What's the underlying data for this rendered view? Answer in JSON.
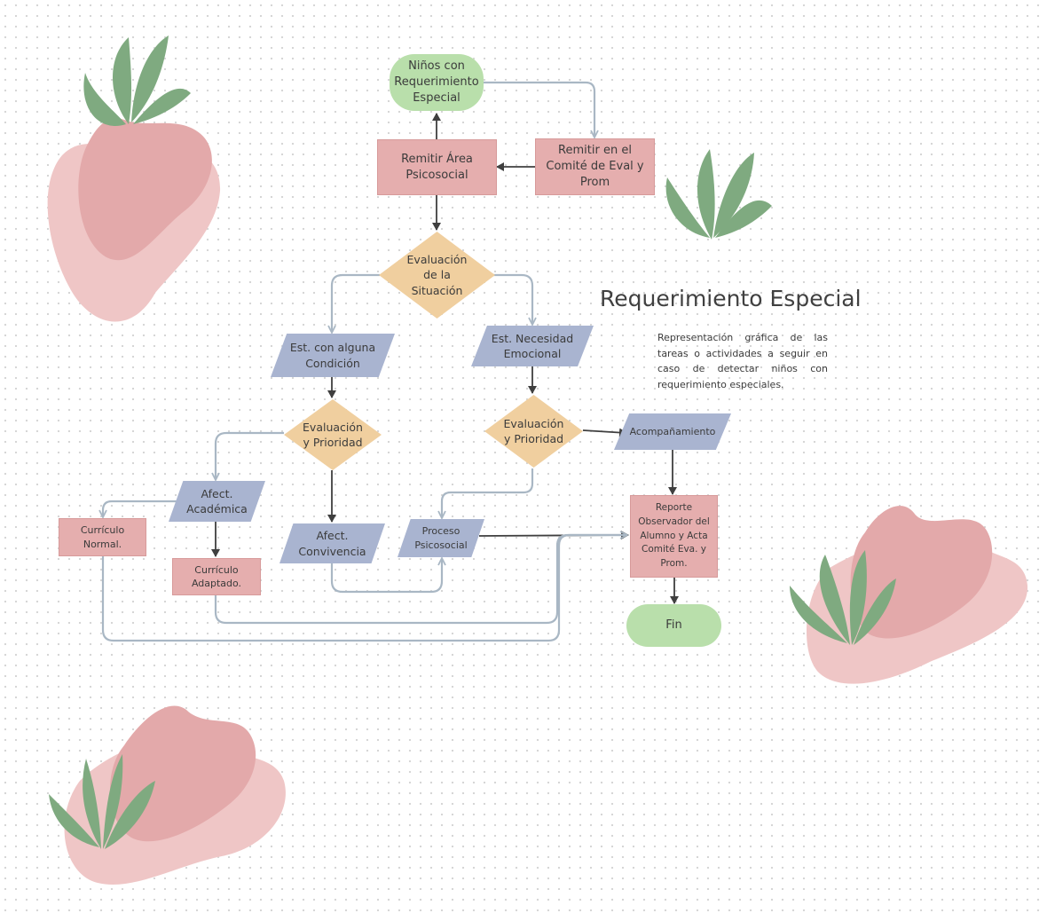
{
  "title": "Requerimiento Especial",
  "description": "Representación gráfica de las tareas o actividades a seguir en caso de  detectar niños con requerimiento especiales.",
  "nodes": {
    "start": "Niños con\nRequerimiento\nEspecial",
    "remitir_area": "Remitir Área\nPsicosocial",
    "remitir_comite": "Remitir en el\nComité de Eval y\nProm",
    "eval_situacion": "Evaluación\nde la\nSituación",
    "est_condicion": "Est. con alguna\nCondición",
    "est_emocional": "Est. Necesidad\nEmocional",
    "eval_prioridad_1": "Evaluación\ny Prioridad",
    "eval_prioridad_2": "Evaluación\ny Prioridad",
    "acompanamiento": "Acompañamiento",
    "afect_academica": "Afect.\nAcadémica",
    "curriculo_normal": "Currículo\nNormal.",
    "curriculo_adaptado": "Currículo\nAdaptado.",
    "afect_convivencia": "Afect.\nConvivencia",
    "proceso_psicosocial": "Proceso\nPsicosocial",
    "reporte": "Reporte\nObservador del\nAlumno y Acta\nComité Eva. y\nProm.",
    "fin": "Fin"
  },
  "colors": {
    "terminal": "#b9dfab",
    "process": "#e5aeae",
    "decision": "#f0cf9f",
    "data": "#a9b4d0",
    "connector_gray": "#a9b7c4",
    "connector_dark": "#3f3f3f",
    "blob_dark": "#e3a9aa",
    "blob_light": "#efc6c6",
    "leaf": "#7faa80"
  }
}
